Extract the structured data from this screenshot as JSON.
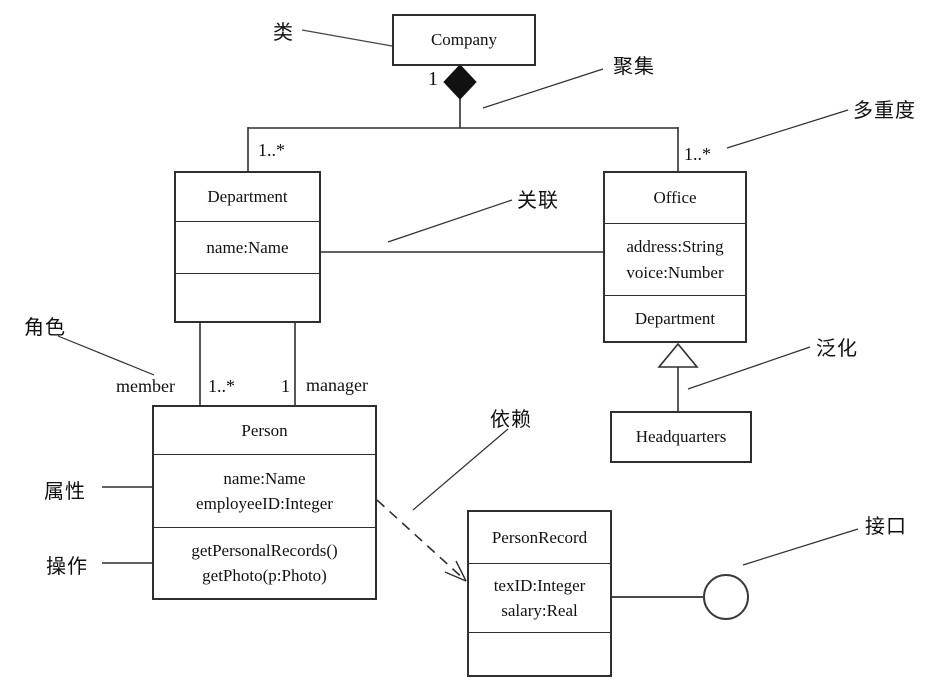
{
  "diagram": {
    "classes": {
      "company": {
        "title": "Company"
      },
      "department": {
        "title": "Department",
        "attributes": [
          "name:Name"
        ]
      },
      "office": {
        "title": "Office",
        "attributes": [
          "address:String",
          "voice:Number"
        ],
        "third_compartment": "Department"
      },
      "person": {
        "title": "Person",
        "attributes": [
          "name:Name",
          "employeeID:Integer"
        ],
        "operations": [
          "getPersonalRecords()",
          "getPhoto(p:Photo)"
        ]
      },
      "person_record": {
        "title": "PersonRecord",
        "attributes": [
          "texID:Integer",
          "salary:Real"
        ]
      },
      "headquarters": {
        "title": "Headquarters"
      }
    },
    "callouts": {
      "class": "类",
      "aggregation": "聚集",
      "multiplicity": "多重度",
      "association": "关联",
      "role": "角色",
      "generalization": "泛化",
      "attribute": "属性",
      "operation": "操作",
      "dependency": "依赖",
      "interface": "接口"
    },
    "adornments": {
      "company_mult": "1",
      "department_mult": "1..*",
      "office_mult": "1..*",
      "member_role": "member",
      "member_mult": "1..*",
      "manager_mult": "1",
      "manager_role": "manager"
    },
    "colors": {
      "line": "#2f2f2f",
      "fill": "#ffffff",
      "diamond_fill": "#111111"
    }
  }
}
